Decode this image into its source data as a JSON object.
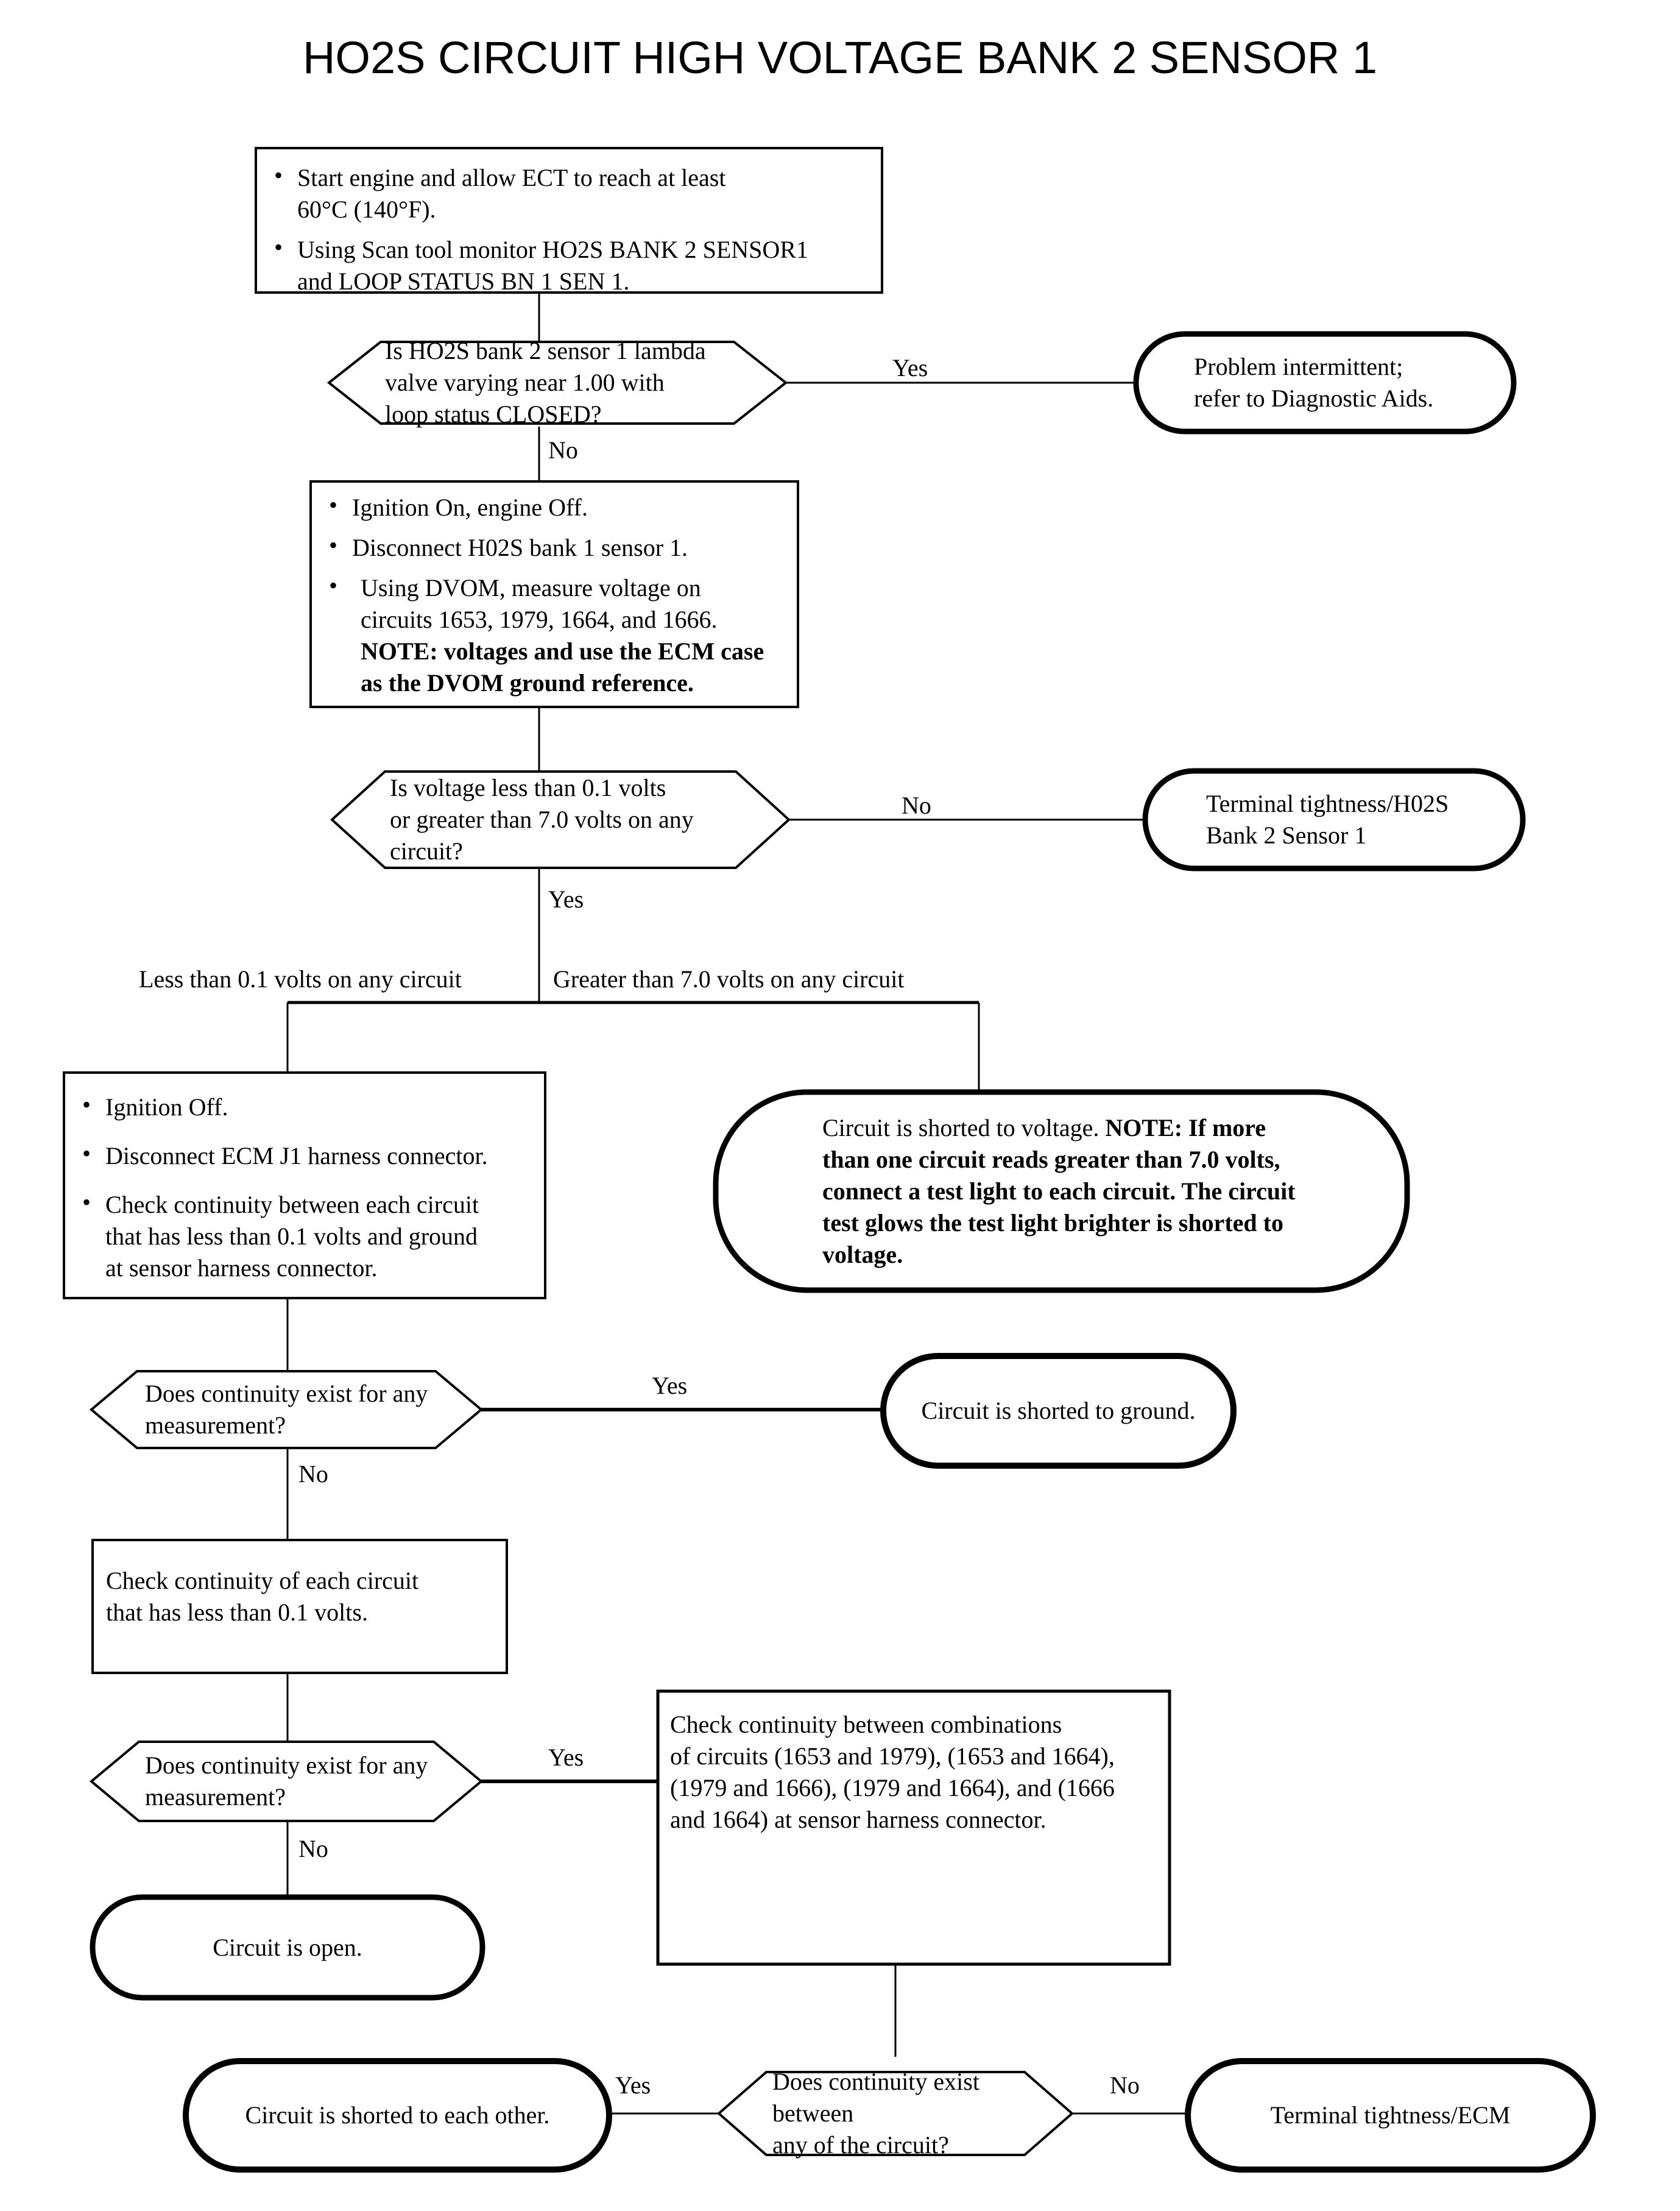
{
  "title": "HO2S CIRCUIT HIGH VOLTAGE BANK 2 SENSOR 1",
  "nodes": {
    "start_box": {
      "bullets": [
        "Start engine and allow ECT to reach at least 60°C (140°F).",
        "Using Scan tool monitor HO2S BANK 2 SENSOR1 and  LOOP STATUS BN 1 SEN 1."
      ],
      "line1a": "Start engine and allow ECT to reach at least",
      "line1b": "60°C (140°F).",
      "line2a": "Using Scan tool monitor HO2S BANK 2 SENSOR1",
      "line2b": "and  LOOP STATUS BN 1 SEN 1."
    },
    "decision1": {
      "line1": "Is HO2S bank 2 sensor 1 lambda",
      "line2": "valve varying near 1.00 with",
      "line3": "loop status CLOSED?"
    },
    "term_intermittent": {
      "line1": "Problem intermittent;",
      "line2": "refer to Diagnostic Aids."
    },
    "measure_box": {
      "b1": "Ignition On, engine Off.",
      "b2": "Disconnect H02S bank 1 sensor 1.",
      "b3a": "Using DVOM, measure voltage on",
      "b3b": "circuits 1653, 1979, 1664, and 1666.",
      "b3c": "NOTE: voltages and use the ECM case",
      "b3d": "as the DVOM ground reference."
    },
    "decision2": {
      "line1": "Is voltage less than 0.1 volts",
      "line2": "or greater than 7.0 volts on any",
      "line3": "circuit?"
    },
    "term_tightness_ho2s": {
      "line1": "Terminal tightness/H02S",
      "line2": "Bank 2 Sensor 1"
    },
    "branch_left_label": "Less than 0.1 volts on any circuit",
    "branch_right_label": "Greater than 7.0 volts on any circuit",
    "ignition_off_box": {
      "b1": "Ignition Off.",
      "b2": "Disconnect ECM J1 harness connector.",
      "b3a": "Check continuity between each circuit",
      "b3b": "that has less than 0.1 volts and ground",
      "b3c": "at sensor harness connector."
    },
    "term_shorted_voltage": {
      "plain1": "Circuit is shorted to voltage. ",
      "bold1": "NOTE: If more",
      "bold2": "than one circuit reads greater than 7.0 volts,",
      "bold3": "connect a test light to each circuit.  The circuit",
      "bold4": "test glows the test light brighter is shorted to",
      "bold5": "voltage."
    },
    "decision3": {
      "line1": "Does continuity exist for any",
      "line2": "measurement?"
    },
    "term_shorted_ground": {
      "line1": "Circuit is shorted to ground."
    },
    "check_cont_box": {
      "line1": "Check continuity of each circuit",
      "line2": "that has less than 0.1 volts."
    },
    "decision4": {
      "line1": "Does continuity exist for any",
      "line2": "measurement?"
    },
    "combinations_box": {
      "line1": "Check continuity between combinations",
      "line2": "of circuits (1653 and 1979), (1653 and 1664),",
      "line3": "(1979 and 1666), (1979 and 1664), and (1666",
      "line4": "and 1664) at sensor harness connector."
    },
    "term_circuit_open": {
      "line1": "Circuit is open."
    },
    "term_shorted_each_other": {
      "line1": "Circuit is shorted to each other."
    },
    "decision5": {
      "line1": "Does continuity exist between",
      "line2": "any of the circuit?"
    },
    "term_tightness_ecm": {
      "line1": "Terminal tightness/ECM"
    }
  },
  "edge_labels": {
    "d1_yes": "Yes",
    "d1_no": "No",
    "d2_no": "No",
    "d2_yes": "Yes",
    "d3_yes": "Yes",
    "d3_no": "No",
    "d4_yes": "Yes",
    "d4_no": "No",
    "d5_yes": "Yes",
    "d5_no": "No"
  },
  "colors": {
    "stroke": "#000000",
    "background": "#ffffff",
    "text": "#000000"
  }
}
